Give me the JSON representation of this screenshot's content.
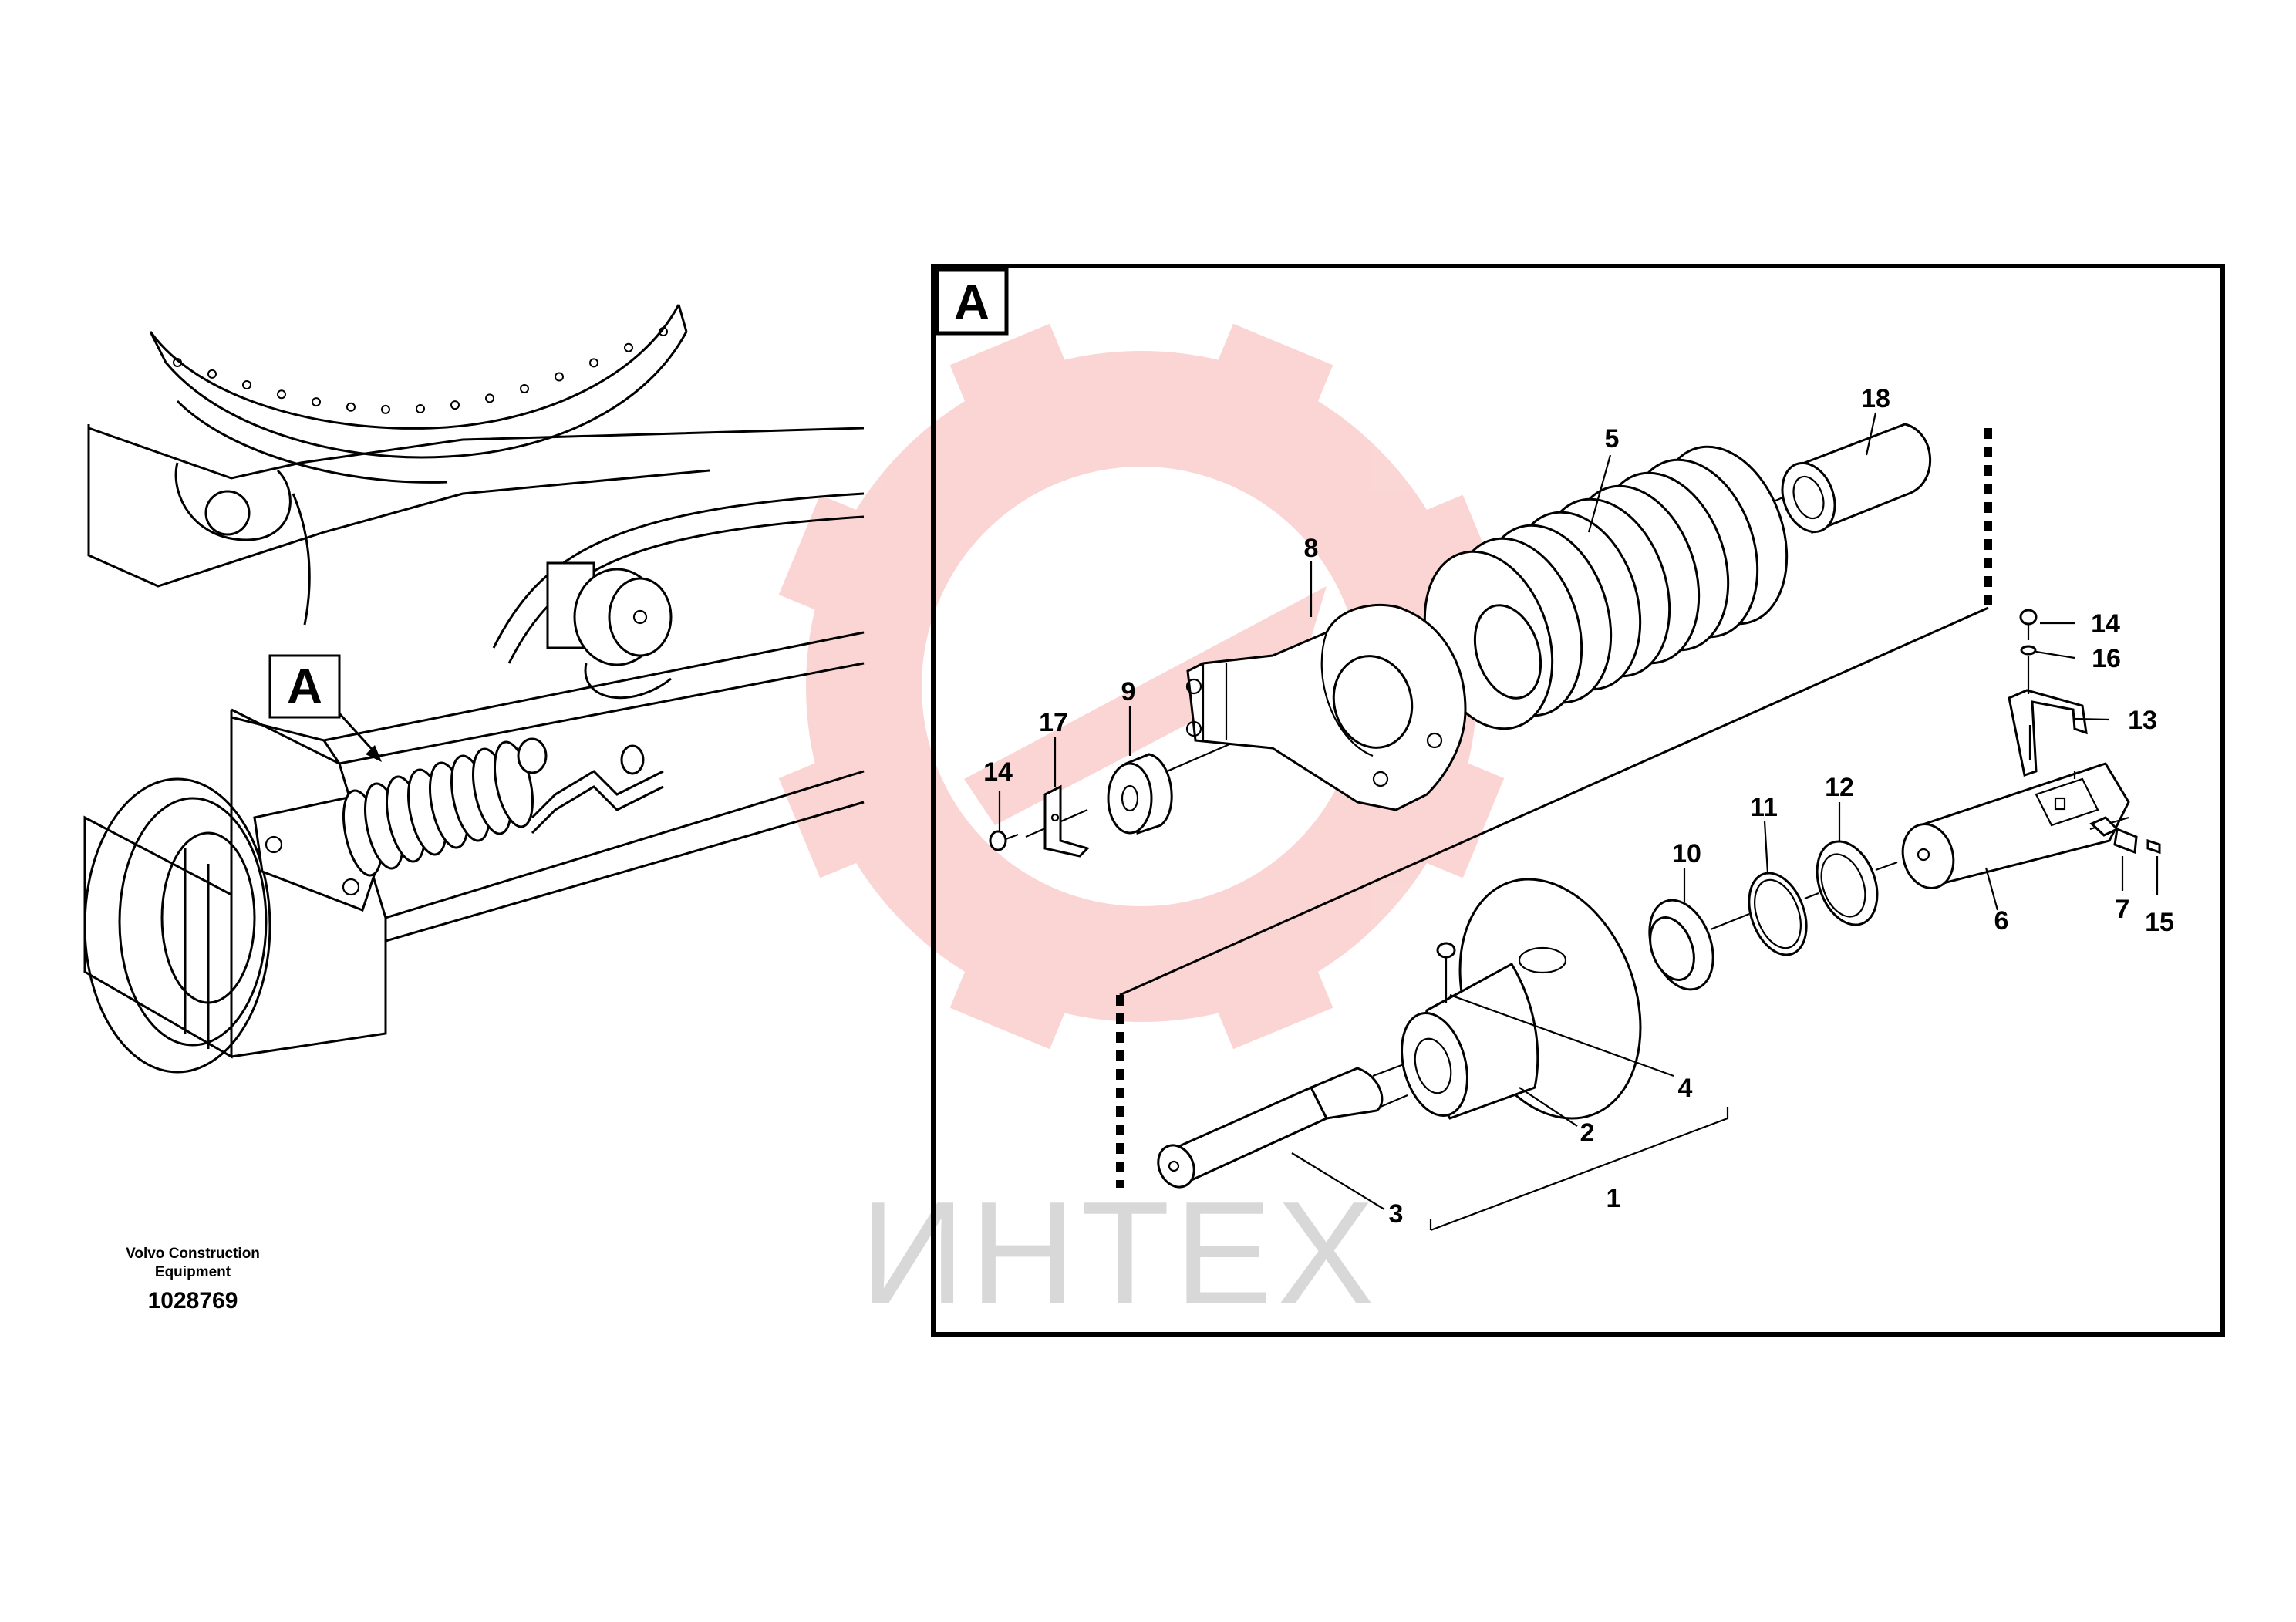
{
  "caption": {
    "manufacturer": "Volvo Construction Equipment",
    "drawing_number": "1028769"
  },
  "overview": {
    "detail_marker": "A"
  },
  "detail": {
    "marker": "A"
  },
  "callouts": [
    "1",
    "2",
    "3",
    "4",
    "5",
    "6",
    "7",
    "8",
    "9",
    "10",
    "11",
    "12",
    "13",
    "14",
    "14",
    "15",
    "16",
    "17",
    "18"
  ],
  "watermark": {
    "text": "ИНТЕХ",
    "color": "#e8322b"
  }
}
